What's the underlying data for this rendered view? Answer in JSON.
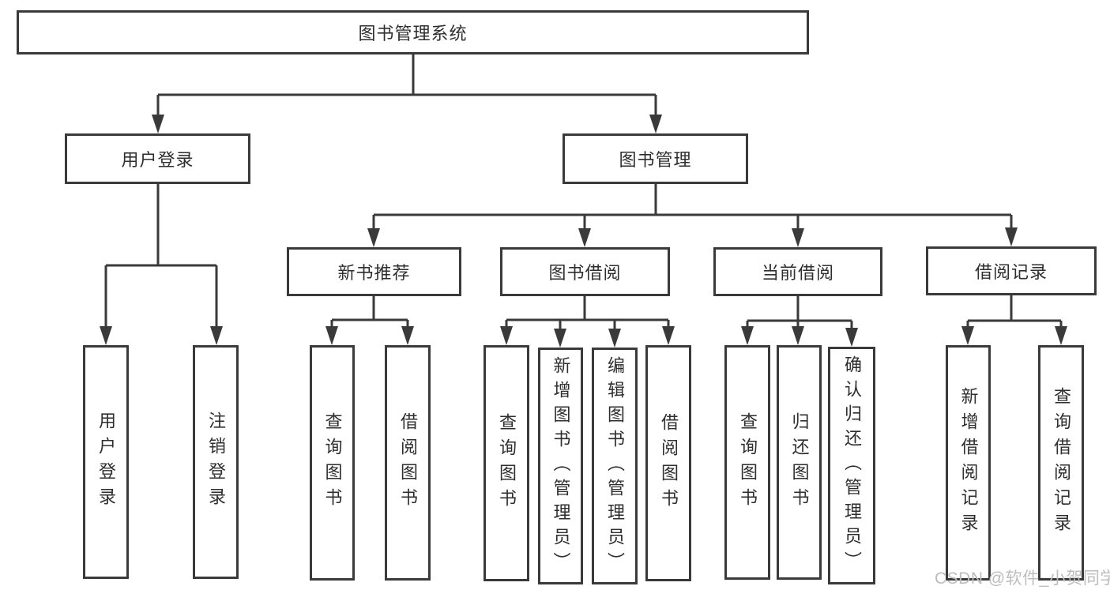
{
  "diagram": {
    "type": "hierarchy-tree",
    "title": "图书管理系统"
  },
  "tree": {
    "label": "图书管理系统",
    "children": [
      {
        "label": "用户登录",
        "children": [
          {
            "label": "用户登录"
          },
          {
            "label": "注销登录"
          }
        ]
      },
      {
        "label": "图书管理",
        "children": [
          {
            "label": "新书推荐",
            "children": [
              {
                "label": "查询图书"
              },
              {
                "label": "借阅图书"
              }
            ]
          },
          {
            "label": "图书借阅",
            "children": [
              {
                "label": "查询图书"
              },
              {
                "label": "新增图书（管理员）"
              },
              {
                "label": "编辑图书（管理员）"
              },
              {
                "label": "借阅图书"
              }
            ]
          },
          {
            "label": "当前借阅",
            "children": [
              {
                "label": "查询图书"
              },
              {
                "label": "归还图书"
              },
              {
                "label": "确认归还（管理员）"
              }
            ]
          },
          {
            "label": "借阅记录",
            "children": [
              {
                "label": "新增借阅记录"
              },
              {
                "label": "查询借阅记录"
              }
            ]
          }
        ]
      }
    ]
  },
  "watermark": {
    "text": "CSDN @软件_小贺同学"
  },
  "colors": {
    "line": "#3a3a3a",
    "box_border": "#3a3a3a",
    "box_fill": "#ffffff",
    "text": "#2e2e2e",
    "watermark": "#bdbdbd",
    "background": "#ffffff"
  }
}
